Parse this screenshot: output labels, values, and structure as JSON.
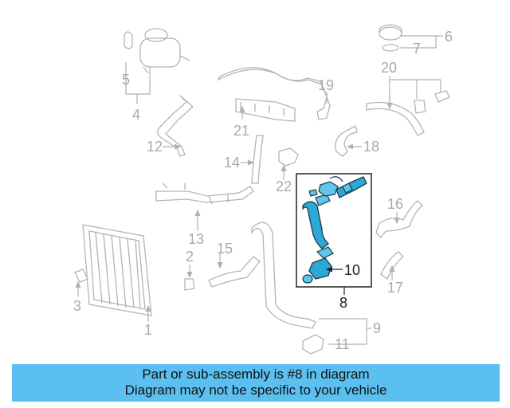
{
  "diagram": {
    "callouts": {
      "c1": "1",
      "c2": "2",
      "c3": "3",
      "c4": "4",
      "c5": "5",
      "c6": "6",
      "c7": "7",
      "c8": "8",
      "c9": "9",
      "c10": "10",
      "c11": "11",
      "c12": "12",
      "c13": "13",
      "c14": "14",
      "c15": "15",
      "c16": "16",
      "c17": "17",
      "c18": "18",
      "c19": "19",
      "c20": "20",
      "c21": "21",
      "c22": "22"
    },
    "highlight_part": "8",
    "highlight_color": "#2ba8d8"
  },
  "banner": {
    "line1": "Part or sub-assembly is #8 in diagram",
    "line2": "Diagram may not be specific to your vehicle",
    "background": "#5bc0f0"
  }
}
